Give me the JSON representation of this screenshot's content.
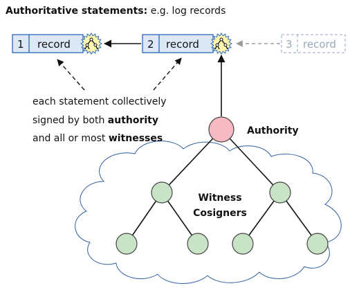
{
  "header": {
    "title_bold": "Authoritative statements:",
    "title_rest": " e.g. log records"
  },
  "records": [
    {
      "number": "1",
      "label": "record",
      "signed": true,
      "faded": false
    },
    {
      "number": "2",
      "label": "record",
      "signed": true,
      "faded": false
    },
    {
      "number": "3",
      "label": "record",
      "signed": false,
      "faded": true
    }
  ],
  "caption": {
    "line1": "each statement collectively",
    "line2_pre": "signed by both ",
    "line2_bold": "authority",
    "line3_pre": "and all or most ",
    "line3_bold": "witnesses"
  },
  "authority_label": "Authority",
  "witness_label_line1": "Witness",
  "witness_label_line2": "Cosigners",
  "colors": {
    "record_fill": "#dce8f8",
    "record_stroke": "#2b67b8",
    "faded_stroke": "#a8b8cc",
    "faded_text": "#9aa8b8",
    "seal_fill": "#fff6b0",
    "seal_stroke": "#2b67b8",
    "authority_fill": "#f7b9c2",
    "authority_stroke": "#444444",
    "witness_fill": "#c8e3c6",
    "witness_stroke": "#444444",
    "cloud_stroke": "#2f5f9f"
  },
  "icons": [
    "seal-icon",
    "tree-icon",
    "cloud-shape"
  ]
}
